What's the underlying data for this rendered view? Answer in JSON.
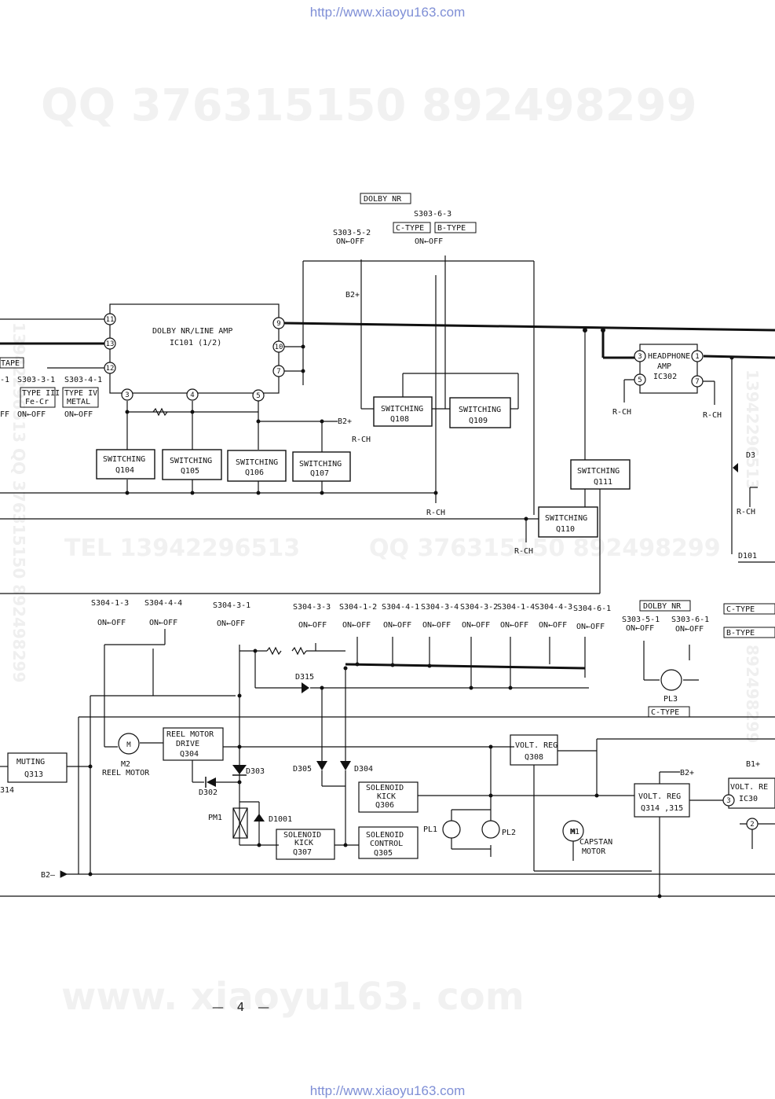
{
  "header_url": "http://www.xiaoyu163.com",
  "footer_url": "http://www.xiaoyu163.com",
  "watermarks": {
    "qq_top": "QQ 376315150   892498299",
    "tel_mid": "TEL  13942296513",
    "qq_mid": "QQ  376315150  892498299",
    "website": "www. xiaoyu163. com",
    "left_vertical": "13942296513  QQ  376315150  892498299",
    "right_vertical_1": "13942296513",
    "right_vertical_2": "892498299"
  },
  "page_number": "— 4 —",
  "labels": {
    "dolby_nr_top": "DOLBY NR",
    "s303_6_3": "S303-6-3",
    "c_type": "C-TYPE",
    "b_type": "B-TYPE",
    "s303_5_2": "S303-5-2",
    "on_off": "ON←OFF",
    "bz_plus": "B2+",
    "bz_minus": "B2—",
    "b1_plus": "B1+",
    "dolby_amp_1": "DOLBY NR/LINE AMP",
    "dolby_amp_2": "IC101 (1/2)",
    "tape": "TAPE",
    "s303_3_1": "S303-3-1",
    "s303_4_1": "S303-4-1",
    "left_dash1": "-1",
    "type_iii_1": "TYPE III",
    "type_iii_2": "Fe-Cr",
    "type_iv_1": "TYPE IV",
    "type_iv_2": "METAL",
    "off_left": "FF",
    "hp_amp_1": "HEADPHONE",
    "hp_amp_2": "AMP",
    "hp_amp_3": "IC302",
    "r_ch": "R-CH",
    "switching": "SWITCHING",
    "q104": "Q104",
    "q105": "Q105",
    "q106": "Q106",
    "q107": "Q107",
    "q108": "Q108",
    "q109": "Q109",
    "q110": "Q110",
    "q111": "Q111",
    "d3_partial": "D3",
    "d101_partial": "D101",
    "s304_1_3": "S304-1-3",
    "s304_4_4": "S304-4-4",
    "s304_3_1": "S304-3-1",
    "s304_3_3": "S304-3-3",
    "s304_1_2": "S304-1-2",
    "s304_4_1": "S304-4-1",
    "s304_3_4": "S304-3-4",
    "s304_3_2": "S304-3-2",
    "s304_1_4": "S304-1-4",
    "s304_4_3": "S304-4-3",
    "s304_6_1": "S304-6-1",
    "dolby_nr_mid": "DOLBY NR",
    "s303_5_1": "S303-5-1",
    "s303_6_1": "S303-6-1",
    "c_type_right": "C-TYPE",
    "b_type_right": "B-TYPE",
    "d315": "D315",
    "pl3": "PL3",
    "c_type_pl3": "C-TYPE",
    "muting_1": "MUTING",
    "muting_2": "Q313",
    "q314_partial": "314",
    "m2_1": "M2",
    "m2_2": "REEL MOTOR",
    "reel_drive_1": "REEL MOTOR",
    "reel_drive_2": "DRIVE",
    "reel_drive_3": "Q304",
    "d303": "D303",
    "d302": "D302",
    "d305": "D305",
    "d304": "D304",
    "volt_reg_1": "VOLT. REG",
    "volt_reg_q308": "Q308",
    "sol_kick_1": "SOLENOID",
    "sol_kick_2": "KICK",
    "q306": "Q306",
    "q307": "Q307",
    "sol_ctrl_2": "CONTROL",
    "q305": "Q305",
    "pm1": "PM1",
    "d1001": "D1001",
    "pl1": "PL1",
    "pl2": "PL2",
    "m1_1": "M1",
    "m1_2": "CAPSTAN",
    "m1_3": "MOTOR",
    "volt_reg_q314": "Q314 ,315",
    "volt_re_partial": "VOLT. RE",
    "ic30_partial": "IC30"
  },
  "colors": {
    "line": "#111111",
    "url": "#7f8fd6",
    "watermark": "#f0f0f0"
  }
}
